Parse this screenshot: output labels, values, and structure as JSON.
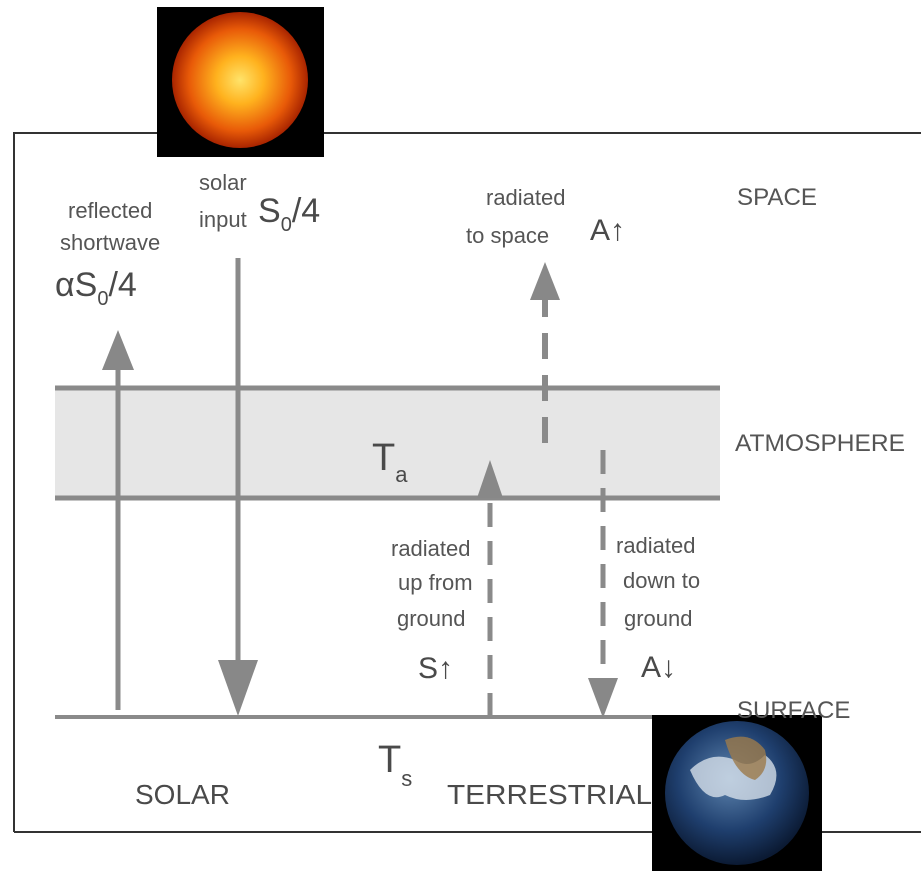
{
  "regions": {
    "space": "SPACE",
    "atmosphere": "ATMOSPHERE",
    "surface": "SURFACE"
  },
  "temperatures": {
    "atmosphere": {
      "symbol": "T",
      "sub": "a"
    },
    "surface": {
      "symbol": "T",
      "sub": "s"
    }
  },
  "columns": {
    "solar": "SOLAR",
    "terrestrial": "TERRESTRIAL"
  },
  "solar_input": {
    "line1": "solar",
    "line2": "input",
    "formula_main": "S",
    "formula_sub": "0",
    "formula_tail": "/4"
  },
  "reflected": {
    "line1": "reflected",
    "line2": "shortwave",
    "formula_alpha": "αS",
    "formula_sub": "0",
    "formula_tail": "/4"
  },
  "radiated_space": {
    "line1": "radiated",
    "line2": "to space",
    "symbol": "A↑"
  },
  "radiated_up": {
    "line1": "radiated",
    "line2": "up from",
    "line3": "ground",
    "symbol": "S↑"
  },
  "radiated_down": {
    "line1": "radiated",
    "line2": "down to",
    "line3": "ground",
    "symbol": "A↓"
  },
  "colors": {
    "band": "#e6e6e6",
    "line": "#8a8a8a",
    "arrow": "#888888",
    "frame": "#333333"
  },
  "icons": [
    "sun-icon",
    "earth-icon"
  ]
}
